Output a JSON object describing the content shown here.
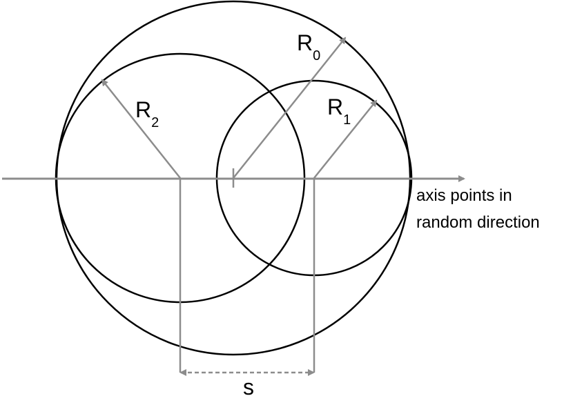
{
  "colors": {
    "circle_stroke": "#000000",
    "axis_stroke": "#8c8c8c",
    "background": "#ffffff"
  },
  "labels": {
    "r0": {
      "letter": "R",
      "subscript": "0"
    },
    "r1": {
      "letter": "R",
      "subscript": "1"
    },
    "r2": {
      "letter": "R",
      "subscript": "2"
    },
    "s": "s"
  },
  "axis_caption": {
    "line1": "axis points in",
    "line2": "random direction"
  }
}
